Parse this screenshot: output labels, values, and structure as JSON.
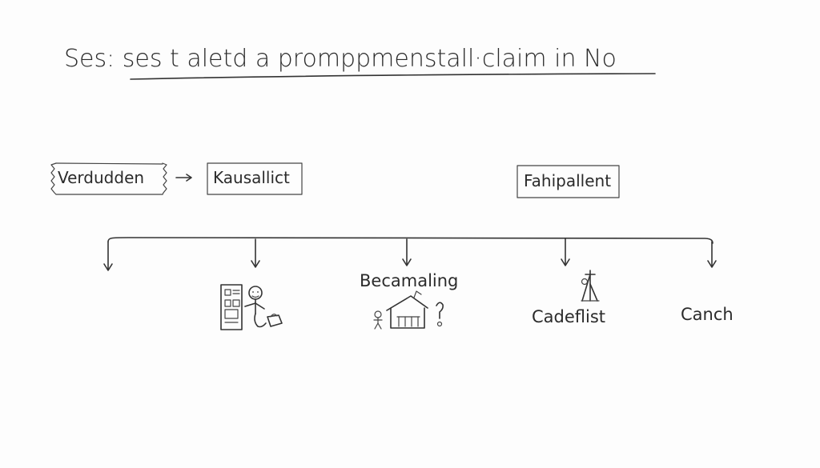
{
  "title": "Ses:  ses t aletd a promppmenstall·claim  in No",
  "boxes": {
    "left": "Verdudden",
    "middle": "Kausallict",
    "right": "Fahipallent"
  },
  "branches": {
    "b3_label": "Becamaling",
    "b4_label": "Cadeflist",
    "b5_label": "Canch"
  },
  "icons": {
    "b2": "document-person-icon",
    "b3": "house-people-icon",
    "b4": "easel-icon"
  },
  "colors": {
    "ink": "#2b2b2b",
    "background": "#ffffff"
  }
}
